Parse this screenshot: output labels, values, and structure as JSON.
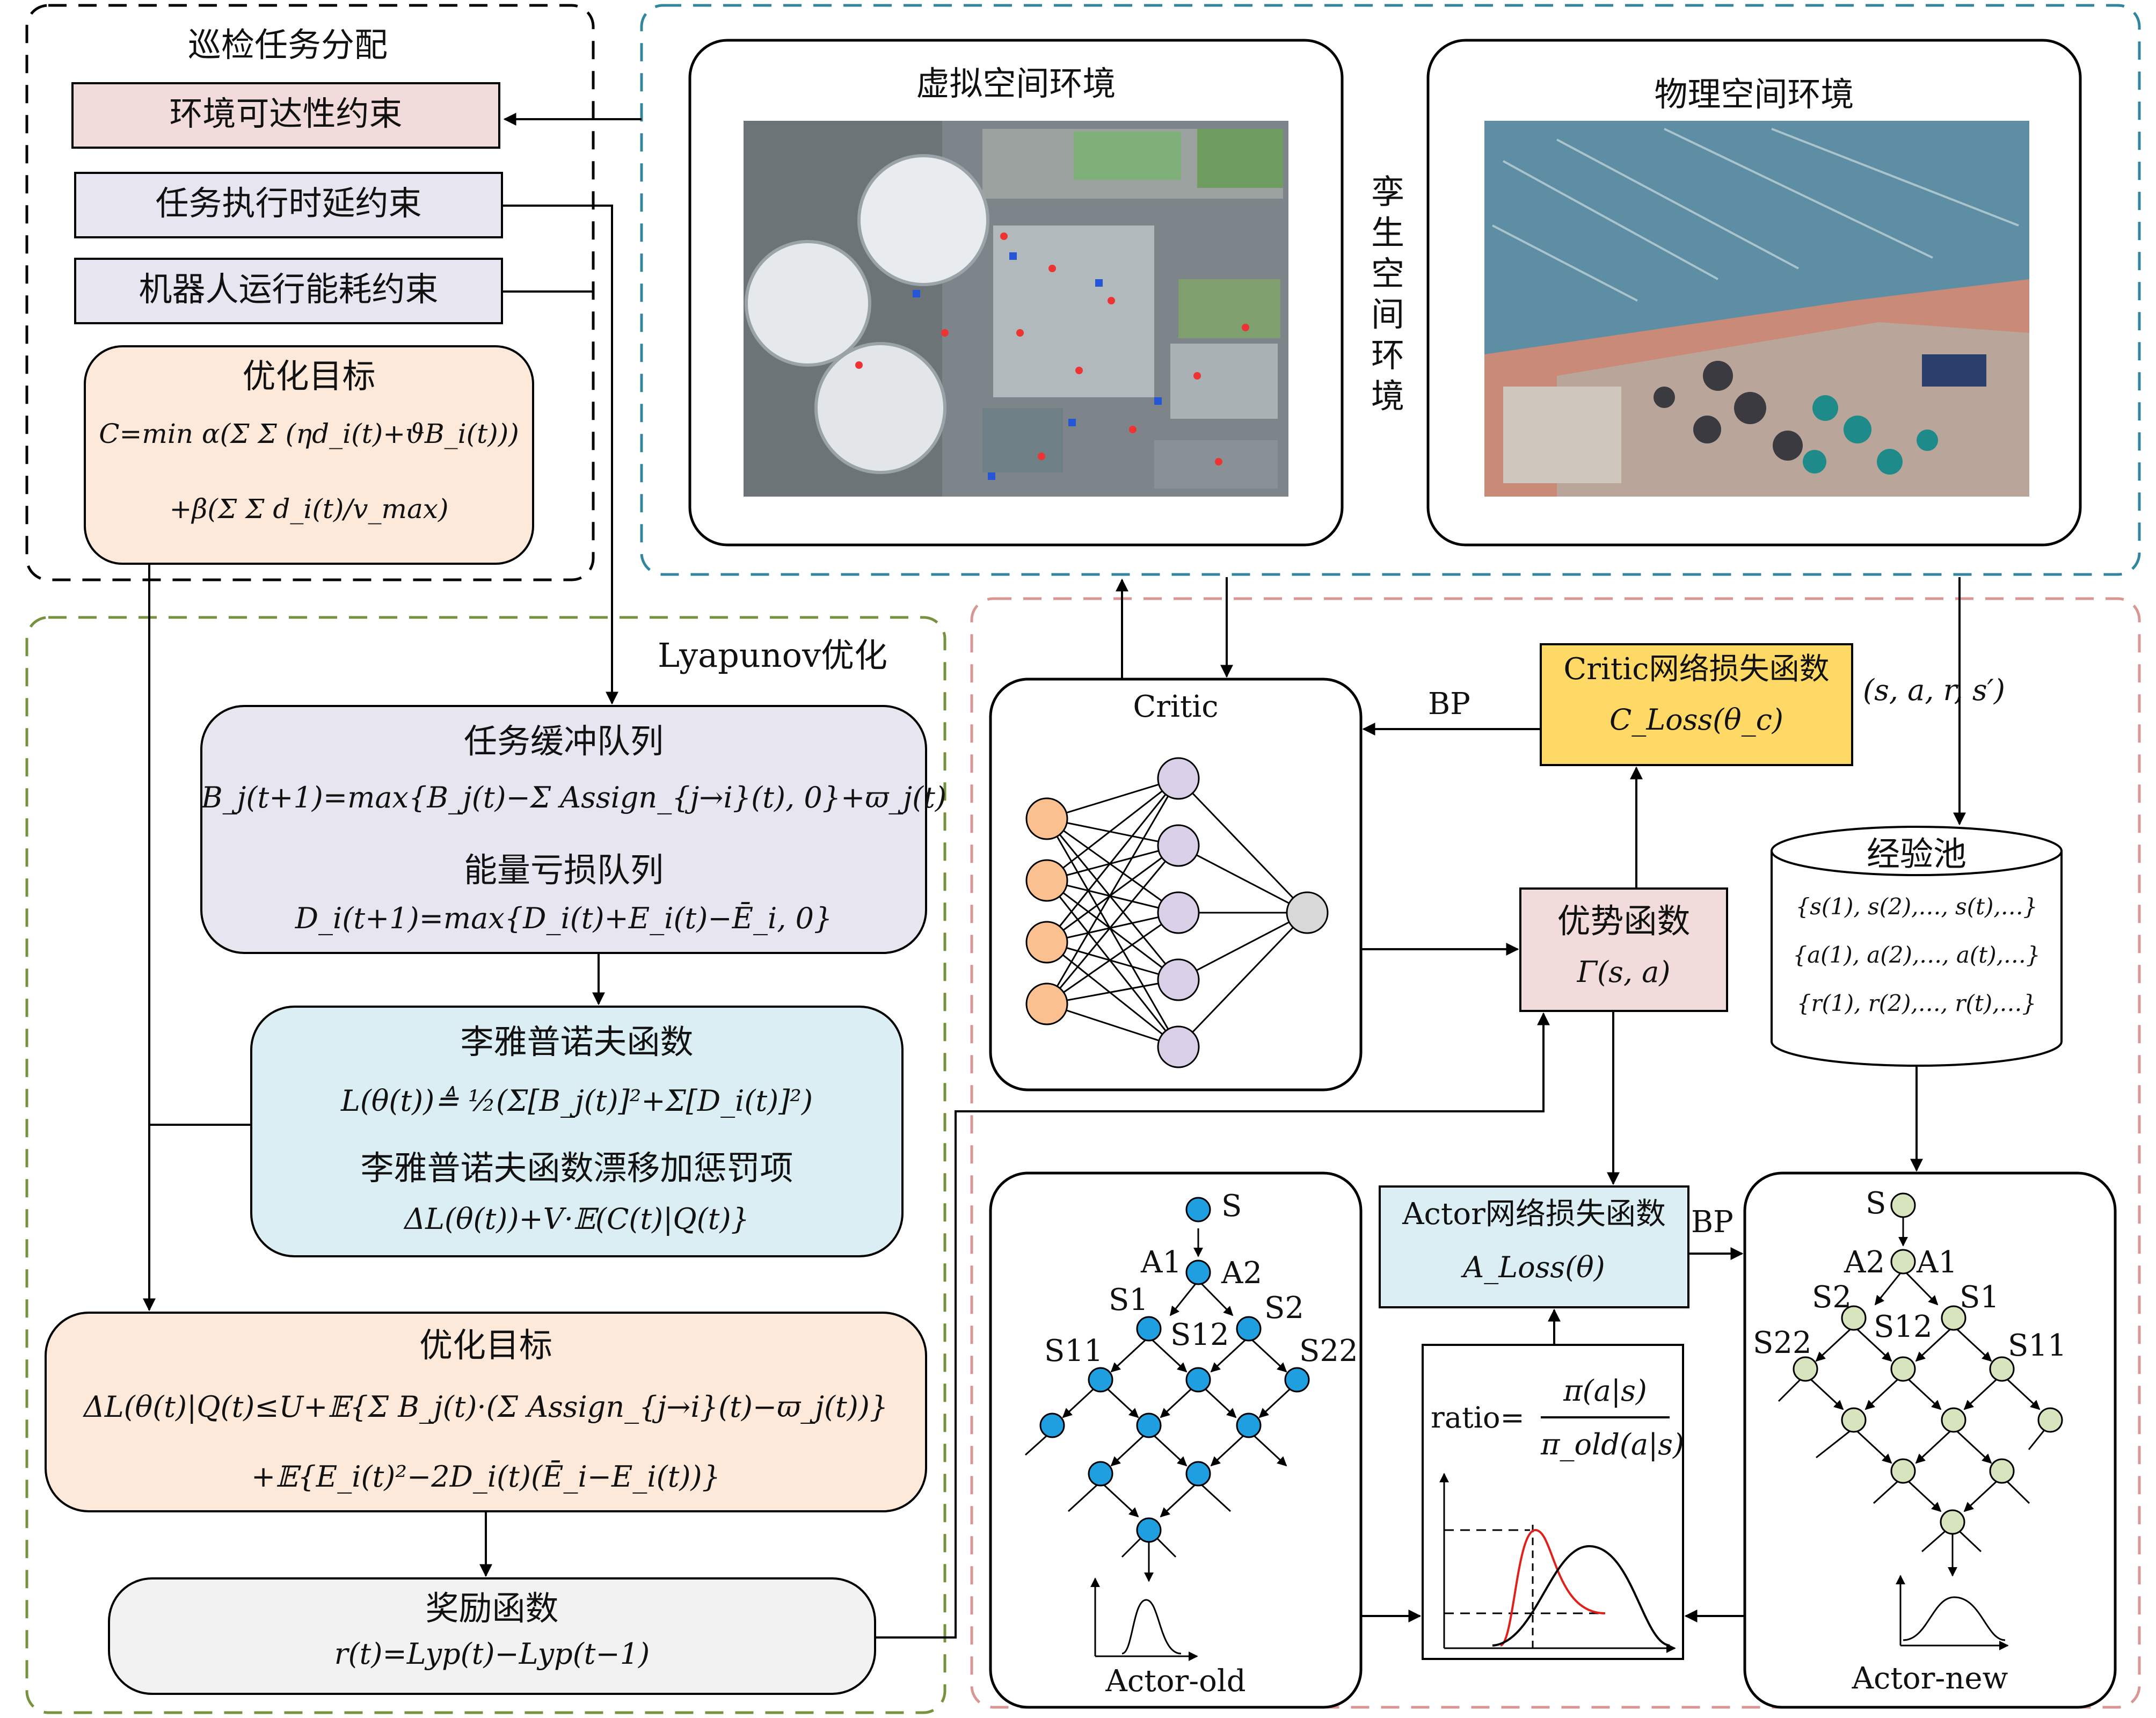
{
  "task_assignment": {
    "title": "巡检任务分配",
    "constraints": [
      "环境可达性约束",
      "任务执行时延约束",
      "机器人运行能耗约束"
    ],
    "objective_title": "优化目标",
    "objective_eq1": "C=min α(Σ Σ (ηd_i(t)+ϑB_i(t)))",
    "objective_eq2": "+β(Σ Σ d_i(t)/v_max)"
  },
  "digital_twin": {
    "label": "孪生空间环境",
    "virtual": "虚拟空间环境",
    "physical": "物理空间环境"
  },
  "lyapunov": {
    "title": "Lyapunov优化",
    "buffer_title": "任务缓冲队列",
    "buffer_eq": "B_j(t+1)=max{B_j(t)−Σ Assign_{j→i}(t), 0}+ϖ_j(t)",
    "energy_title": "能量亏损队列",
    "energy_eq": "D_i(t+1)=max{D_i(t)+E_i(t)−Ē_i, 0}",
    "func_title": "李雅普诺夫函数",
    "func_eq": "L(θ(t))≜ ½(Σ[B_j(t)]²+Σ[D_i(t)]²)",
    "drift_title": "李雅普诺夫函数漂移加惩罚项",
    "drift_eq": "ΔL(θ(t))+V·𝔼(C(t)|Q(t)}",
    "objective_title": "优化目标",
    "objective_eq1": "ΔL(θ(t)|Q(t)≤U+𝔼{Σ B_j(t)·(Σ Assign_{j→i}(t)−ϖ_j(t))}",
    "objective_eq2": "+𝔼{E_i(t)²−2D_i(t)(Ē_i−E_i(t))}",
    "reward_title": "奖励函数",
    "reward_eq": "r(t)=Lyp(t)−Lyp(t−1)"
  },
  "rl": {
    "critic": "Critic",
    "critic_loss_title": "Critic网络损失函数",
    "critic_loss_eq": "C_Loss(θ_c)",
    "bp": "BP",
    "tuple": "(s, a, r, s′)",
    "pool_title": "经验池",
    "pool_rows": [
      "{s(1), s(2),…, s(t),…}",
      "{a(1), a(2),…, a(t),…}",
      "{r(1), r(2),…, r(t),…}"
    ],
    "advantage_title": "优势函数",
    "advantage_eq": "Γ(s, a)",
    "actor_loss_title": "Actor网络损失函数",
    "actor_loss_eq": "A_Loss(θ)",
    "ratio_label": "ratio=",
    "ratio_num": "π(a|s)",
    "ratio_den": "π_old(a|s)",
    "actor_old": "Actor-old",
    "actor_new": "Actor-new",
    "old_nodes": {
      "s": "S",
      "a1": "A1",
      "a2": "A2",
      "s1": "S1",
      "s2": "S2",
      "s11": "S11",
      "s12": "S12",
      "s22": "S22"
    },
    "new_nodes": {
      "s": "S",
      "a1": "A1",
      "a2": "A2",
      "s1": "S1",
      "s2": "S2",
      "s11": "S11",
      "s12": "S12",
      "s22": "S22"
    }
  },
  "colors": {
    "pink": "#f2dcdb",
    "lavender": "#e7e6f0",
    "peach": "#fde9d9",
    "lightblue": "#daeef3",
    "gray": "#f2f2f2",
    "yellow": "#ffd966",
    "tealdash": "#31859c",
    "greendash": "#76923c",
    "reddash": "#d99694",
    "node_blue": "#1f9fe0",
    "node_green": "#d7e4bd",
    "node_orange": "#fac090",
    "node_purple": "#d9d0e8"
  }
}
